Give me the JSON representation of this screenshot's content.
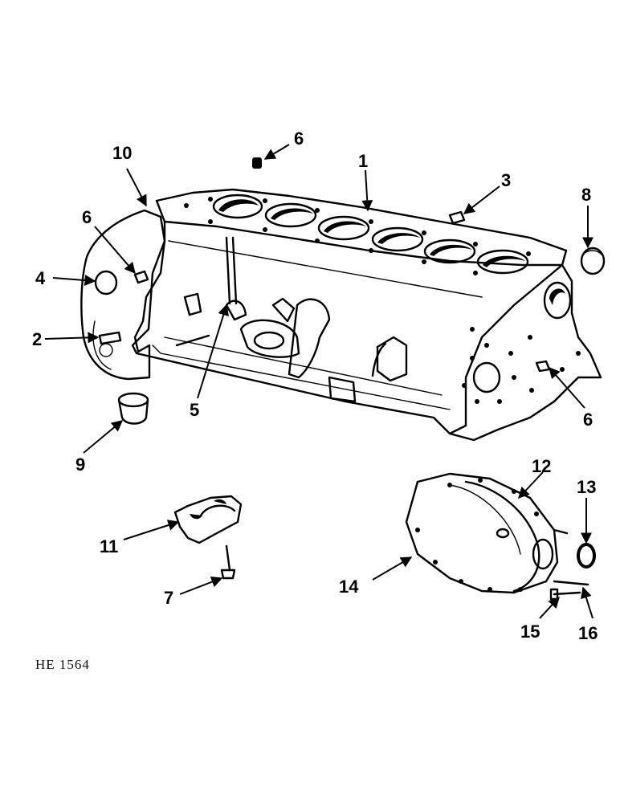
{
  "figure_code": "HE 1564",
  "callouts": {
    "c1": "1",
    "c2": "2",
    "c3": "3",
    "c4": "4",
    "c5": "5",
    "c6a": "6",
    "c6b": "6",
    "c6c": "6",
    "c7": "7",
    "c8": "8",
    "c9": "9",
    "c10": "10",
    "c11": "11",
    "c12": "12",
    "c13": "13",
    "c14": "14",
    "c15": "15",
    "c16": "16"
  }
}
